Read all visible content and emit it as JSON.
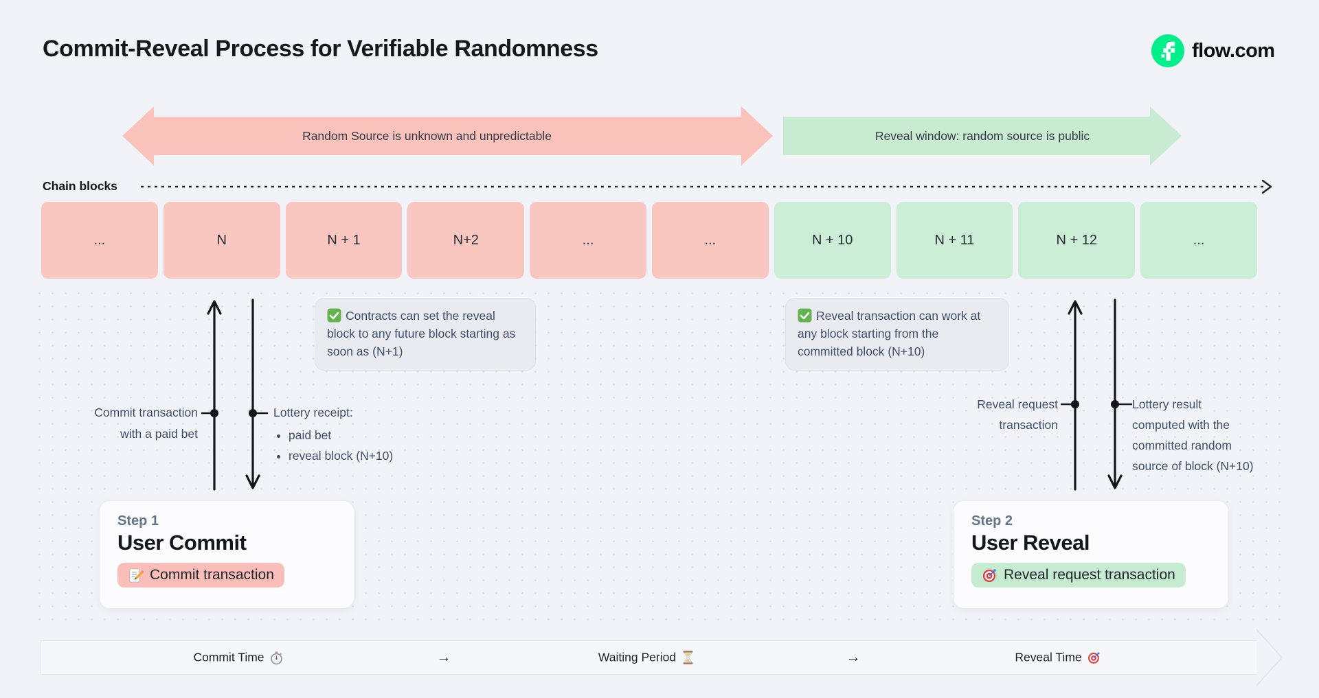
{
  "page": {
    "title": "Commit-Reveal Process for Verifiable Randomness"
  },
  "brand": {
    "name": "flow.com",
    "logo_icon": "flow-logo-icon",
    "green": "#00ef8b"
  },
  "phases": {
    "commit": {
      "label": "Random Source is unknown and unpredictable",
      "color": "#f9c2bb"
    },
    "reveal": {
      "label": "Reveal window: random source is public",
      "color": "#c8ebd1"
    }
  },
  "chain": {
    "label": "Chain blocks",
    "blocks": [
      {
        "label": "...",
        "phase": "commit"
      },
      {
        "label": "N",
        "phase": "commit"
      },
      {
        "label": "N + 1",
        "phase": "commit"
      },
      {
        "label": "N+2",
        "phase": "commit"
      },
      {
        "label": "...",
        "phase": "commit"
      },
      {
        "label": "...",
        "phase": "commit"
      },
      {
        "label": "N + 10",
        "phase": "reveal"
      },
      {
        "label": "N + 11",
        "phase": "reveal"
      },
      {
        "label": "N + 12",
        "phase": "reveal"
      },
      {
        "label": "...",
        "phase": "reveal"
      }
    ]
  },
  "notes": {
    "commit": {
      "icon": "check-icon",
      "text": "Contracts can set the reveal block to any future block starting as soon as (N+1)"
    },
    "reveal": {
      "icon": "check-icon",
      "text": "Reveal transaction can work at any block starting from the committed block (N+10)"
    }
  },
  "commit_flow": {
    "up_label_line1": "Commit transaction",
    "up_label_line2": "with a paid bet",
    "down_title": "Lottery receipt:",
    "down_bullets": [
      "paid bet",
      "reveal block (N+10)"
    ]
  },
  "reveal_flow": {
    "up_label_line1": "Reveal request",
    "up_label_line2": "transaction",
    "down_label_lines": [
      "Lottery result",
      "computed with the",
      "committed random",
      "source of block (N+10)"
    ]
  },
  "steps": {
    "step1": {
      "eyebrow": "Step 1",
      "title": "User Commit",
      "badge_icon": "memo-icon",
      "badge_label": "Commit transaction",
      "badge_color": "#f8beb7"
    },
    "step2": {
      "eyebrow": "Step 2",
      "title": "User Reveal",
      "badge_icon": "target-icon",
      "badge_label": "Reveal request transaction",
      "badge_color": "#c5ebd0"
    }
  },
  "timeline": {
    "commit": {
      "label": "Commit Time",
      "icon": "stopwatch-icon"
    },
    "waiting": {
      "label": "Waiting Period",
      "icon": "hourglass-icon"
    },
    "reveal": {
      "label": "Reveal Time",
      "icon": "target-icon"
    },
    "separator": "→"
  }
}
